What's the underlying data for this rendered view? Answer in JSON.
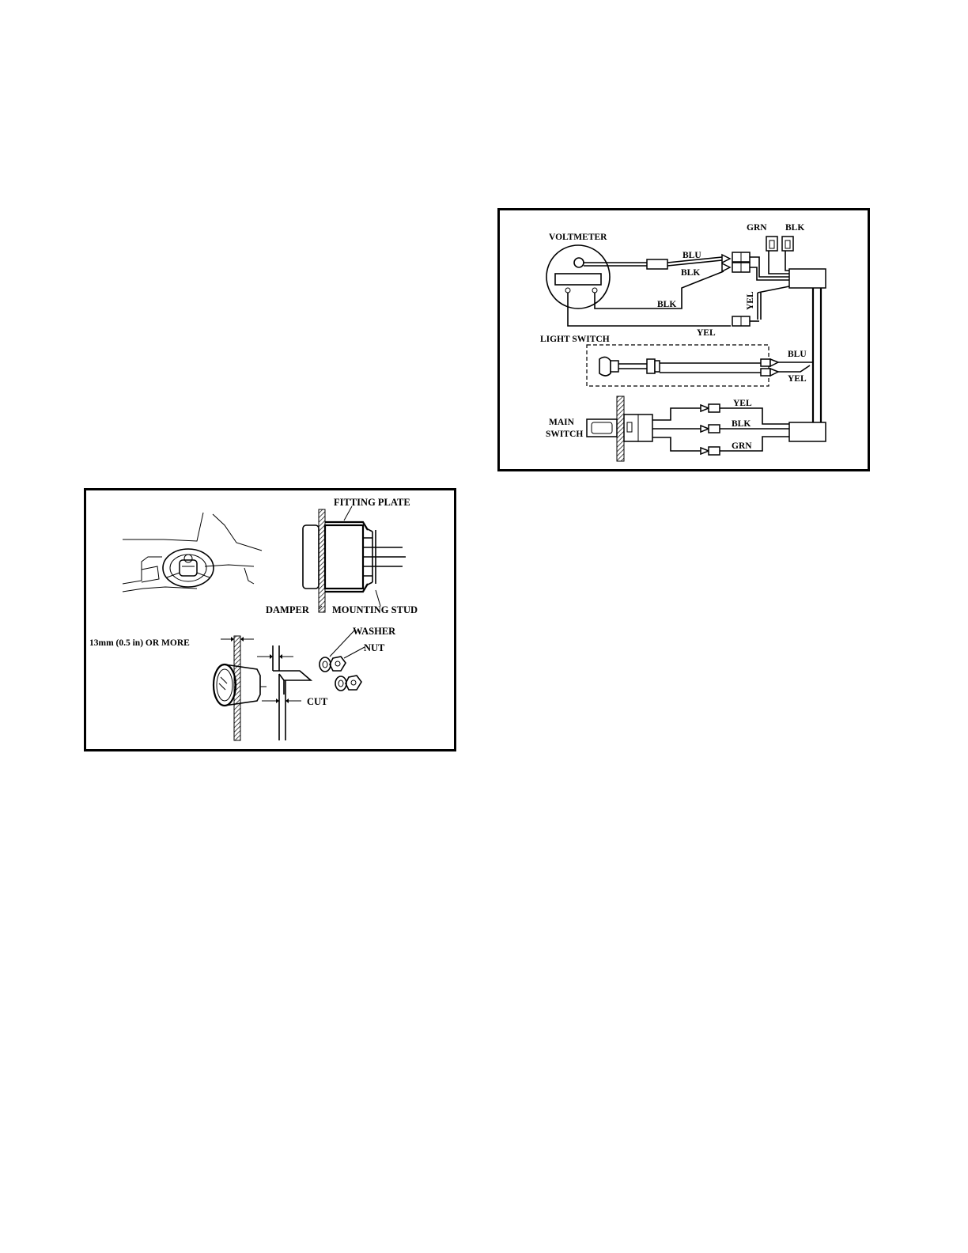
{
  "wiring_diagram": {
    "labels": {
      "voltmeter": "VOLTMETER",
      "grn_top": "GRN",
      "blk_top": "BLK",
      "blu_volt": "BLU",
      "blk_volt": "BLK",
      "blk_lower": "BLK",
      "yel_vertical": "YEL",
      "yel_volt": "YEL",
      "light_switch": "LIGHT SWITCH",
      "blu_light": "BLU",
      "yel_light": "YEL",
      "main_switch_line1": "MAIN",
      "main_switch_line2": "SWITCH",
      "yel_main": "YEL",
      "blk_main": "BLK",
      "grn_main": "GRN"
    }
  },
  "mounting_diagram": {
    "labels": {
      "fitting_plate": "FITTING PLATE",
      "damper": "DAMPER",
      "mounting_stud": "MOUNTING STUD",
      "clearance": "13mm (0.5 in) OR MORE",
      "washer": "WASHER",
      "nut": "NUT",
      "cut": "CUT"
    }
  }
}
